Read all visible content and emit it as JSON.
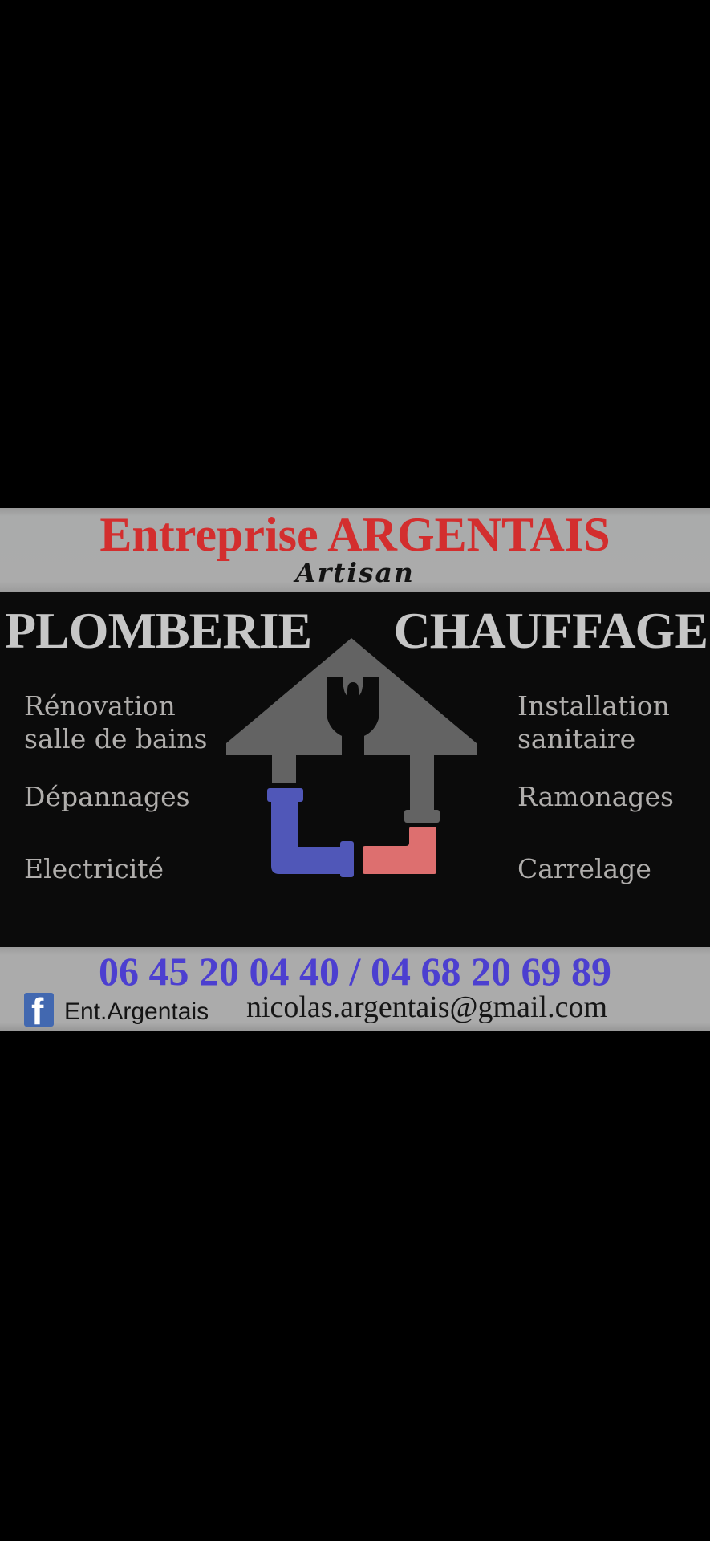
{
  "banner": {
    "title": "Entreprise ARGENTAIS",
    "subtitle": "Artisan"
  },
  "sections": {
    "left_title": "PLOMBERIE",
    "right_title": "CHAUFFAGE"
  },
  "services": {
    "left": [
      {
        "line1": "Rénovation",
        "line2": "salle de bains"
      },
      {
        "line1": "Dépannages"
      },
      {
        "line1": "Electricité"
      }
    ],
    "right": [
      {
        "line1": "Installation",
        "line2": "sanitaire"
      },
      {
        "line1": "Ramonages"
      },
      {
        "line1": "Carrelage"
      }
    ]
  },
  "contact": {
    "phone": "06 45 20 04 40 / 04 68 20 69 89",
    "facebook_label": "Ent.Argentais",
    "email": "nicolas.argentais@gmail.com"
  },
  "icons": {
    "facebook": "f"
  },
  "colors": {
    "banner_bg": "#ababab",
    "title_red": "#d32e2e",
    "header_gray": "#c6c6c6",
    "service_gray": "#b0aeac",
    "phone_blue": "#4c3fd0",
    "facebook_blue": "#4268b0",
    "pipe_blue": "#5057b8",
    "pipe_red": "#dd6f6f",
    "roof_gray": "#636363",
    "card_bg": "#0b0b0b",
    "outer_bg": "#000000"
  }
}
